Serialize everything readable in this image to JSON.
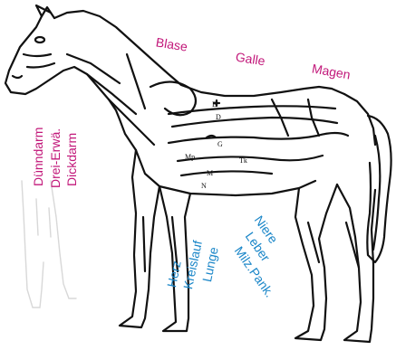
{
  "labels": {
    "blase": "Blase",
    "galle": "Galle",
    "magen": "Magen",
    "duenndarm": "Dünndarm",
    "drei_erwae": "Drei-Erwä.",
    "dickdarm": "Dickdarm",
    "herz": "Herz",
    "kreislauf": "Kreislauf",
    "lunge": "Lunge",
    "niere": "Niere",
    "leber": "Leber",
    "milz_pank": "Milz.Pank."
  },
  "colors": {
    "pink": "#c2187a",
    "blue": "#1a86c8",
    "line": "#111111"
  },
  "icons": [
    "horse-line-drawing",
    "foreleg-sketch"
  ]
}
